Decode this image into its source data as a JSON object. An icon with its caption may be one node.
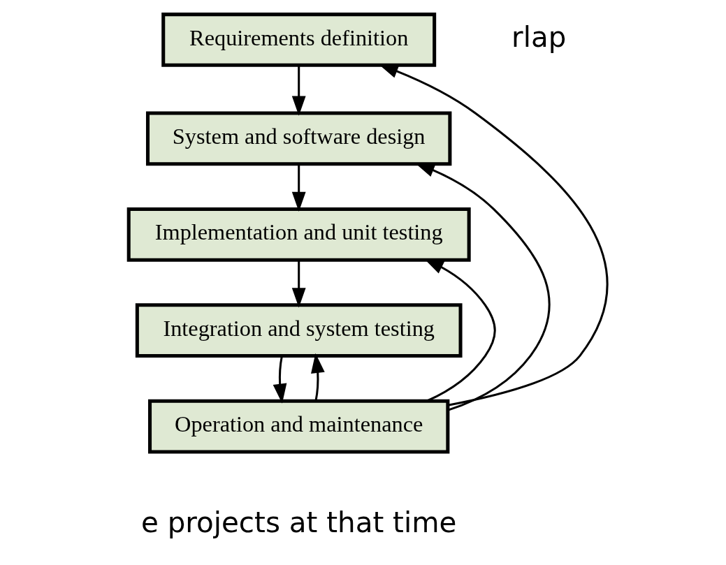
{
  "diagram": {
    "nodes": [
      {
        "text": [
          "Requirements definition"
        ]
      },
      {
        "text": [
          "System and software design"
        ]
      },
      {
        "text": [
          "Implementation and unit testing"
        ]
      },
      {
        "text": [
          "Integration and system testing"
        ]
      },
      {
        "text": [
          "Operation and maintenance"
        ]
      }
    ],
    "edges": [
      {
        "from": 0,
        "to": 1,
        "arrow": "to"
      },
      {
        "from": 1,
        "to": 2,
        "arrow": "to"
      },
      {
        "from": 2,
        "to": 3,
        "arrow": "to"
      },
      {
        "from": 3,
        "to": 4,
        "arrow": "to"
      },
      {
        "from": 4,
        "to": 3,
        "arrow": "to"
      },
      {
        "from": 4,
        "to": 2,
        "arrow": "to"
      },
      {
        "from": 4,
        "to": 1,
        "arrow": "to"
      },
      {
        "from": 4,
        "to": 0,
        "arrow": "to"
      }
    ],
    "labels": [
      "rlap",
      "e projects at that time"
    ]
  }
}
